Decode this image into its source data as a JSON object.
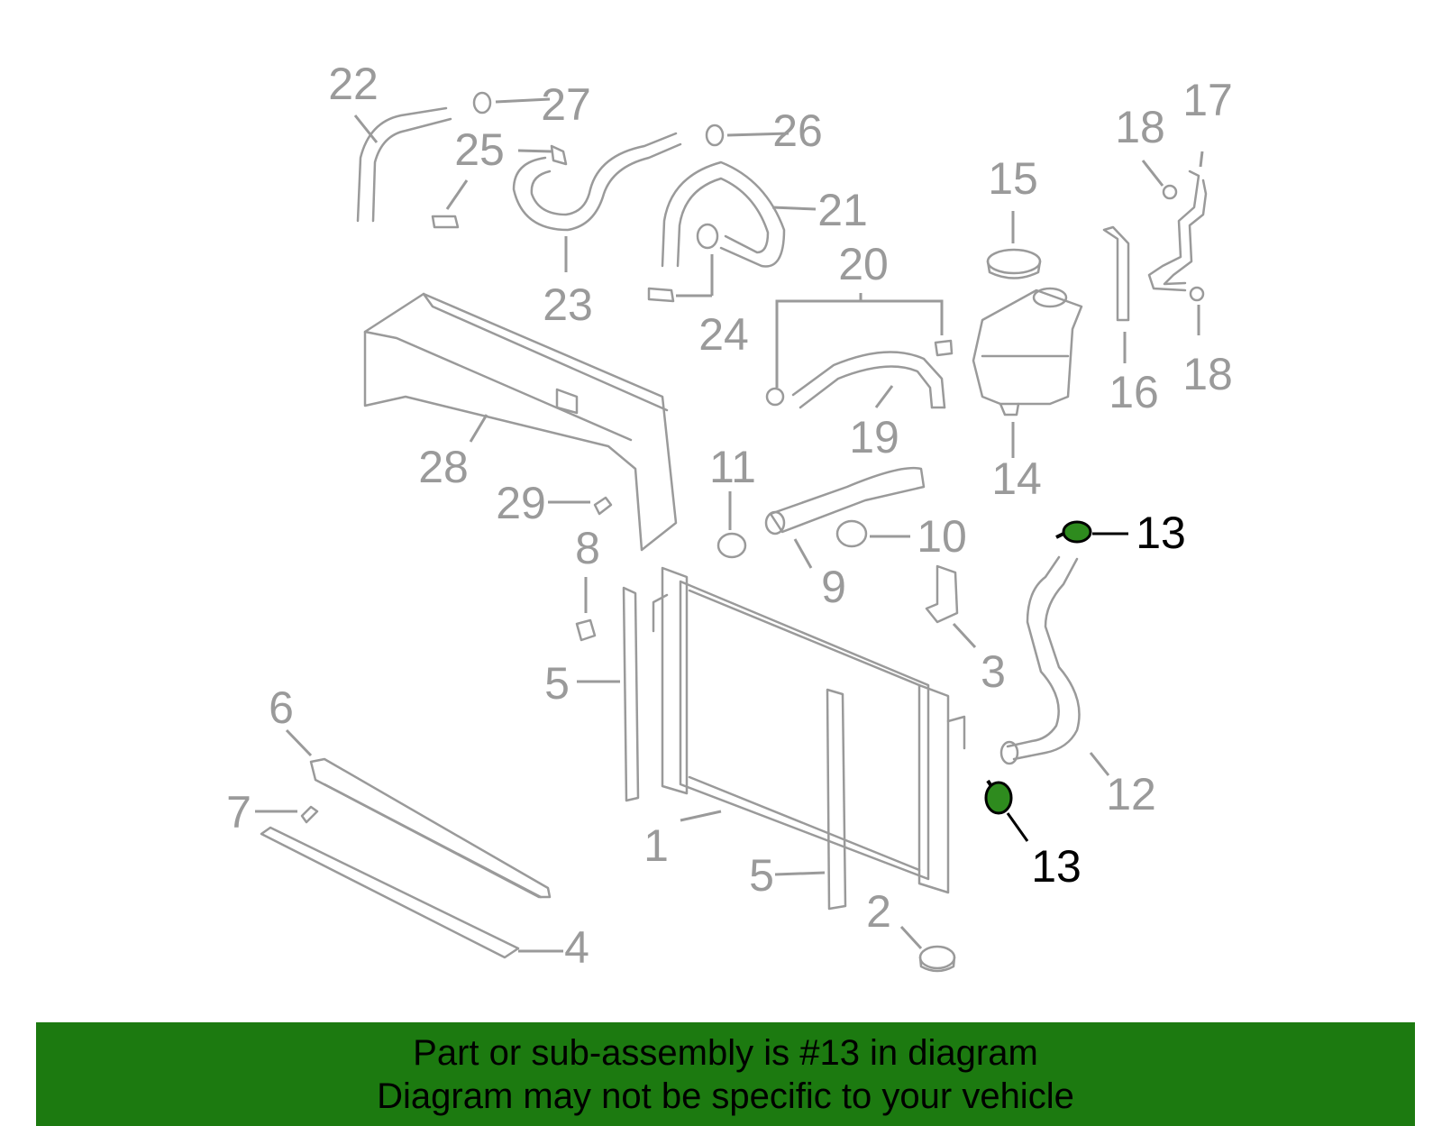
{
  "colors": {
    "part_stroke": "#9a9a9a",
    "highlight_fill": "#2e8b1e",
    "highlight_stroke": "#000000",
    "banner_background": "#1c7a10",
    "banner_text": "#000000"
  },
  "callouts": [
    {
      "id": "1",
      "text": "1",
      "highlighted": false
    },
    {
      "id": "2",
      "text": "2",
      "highlighted": false
    },
    {
      "id": "3",
      "text": "3",
      "highlighted": false
    },
    {
      "id": "4",
      "text": "4",
      "highlighted": false
    },
    {
      "id": "5a",
      "text": "5",
      "highlighted": false
    },
    {
      "id": "5b",
      "text": "5",
      "highlighted": false
    },
    {
      "id": "6",
      "text": "6",
      "highlighted": false
    },
    {
      "id": "7",
      "text": "7",
      "highlighted": false
    },
    {
      "id": "8",
      "text": "8",
      "highlighted": false
    },
    {
      "id": "9",
      "text": "9",
      "highlighted": false
    },
    {
      "id": "10",
      "text": "10",
      "highlighted": false
    },
    {
      "id": "11",
      "text": "11",
      "highlighted": false
    },
    {
      "id": "12",
      "text": "12",
      "highlighted": false
    },
    {
      "id": "13a",
      "text": "13",
      "highlighted": true
    },
    {
      "id": "13b",
      "text": "13",
      "highlighted": true
    },
    {
      "id": "14",
      "text": "14",
      "highlighted": false
    },
    {
      "id": "15",
      "text": "15",
      "highlighted": false
    },
    {
      "id": "16",
      "text": "16",
      "highlighted": false
    },
    {
      "id": "17",
      "text": "17",
      "highlighted": false
    },
    {
      "id": "18a",
      "text": "18",
      "highlighted": false
    },
    {
      "id": "18b",
      "text": "18",
      "highlighted": false
    },
    {
      "id": "19",
      "text": "19",
      "highlighted": false
    },
    {
      "id": "20",
      "text": "20",
      "highlighted": false
    },
    {
      "id": "21",
      "text": "21",
      "highlighted": false
    },
    {
      "id": "22",
      "text": "22",
      "highlighted": false
    },
    {
      "id": "23",
      "text": "23",
      "highlighted": false
    },
    {
      "id": "24",
      "text": "24",
      "highlighted": false
    },
    {
      "id": "25",
      "text": "25",
      "highlighted": false
    },
    {
      "id": "26",
      "text": "26",
      "highlighted": false
    },
    {
      "id": "27",
      "text": "27",
      "highlighted": false
    },
    {
      "id": "28",
      "text": "28",
      "highlighted": false
    },
    {
      "id": "29",
      "text": "29",
      "highlighted": false
    }
  ],
  "banner": {
    "line1": "Part or sub-assembly is #13 in diagram",
    "line2": "Diagram may not be specific to your vehicle"
  }
}
